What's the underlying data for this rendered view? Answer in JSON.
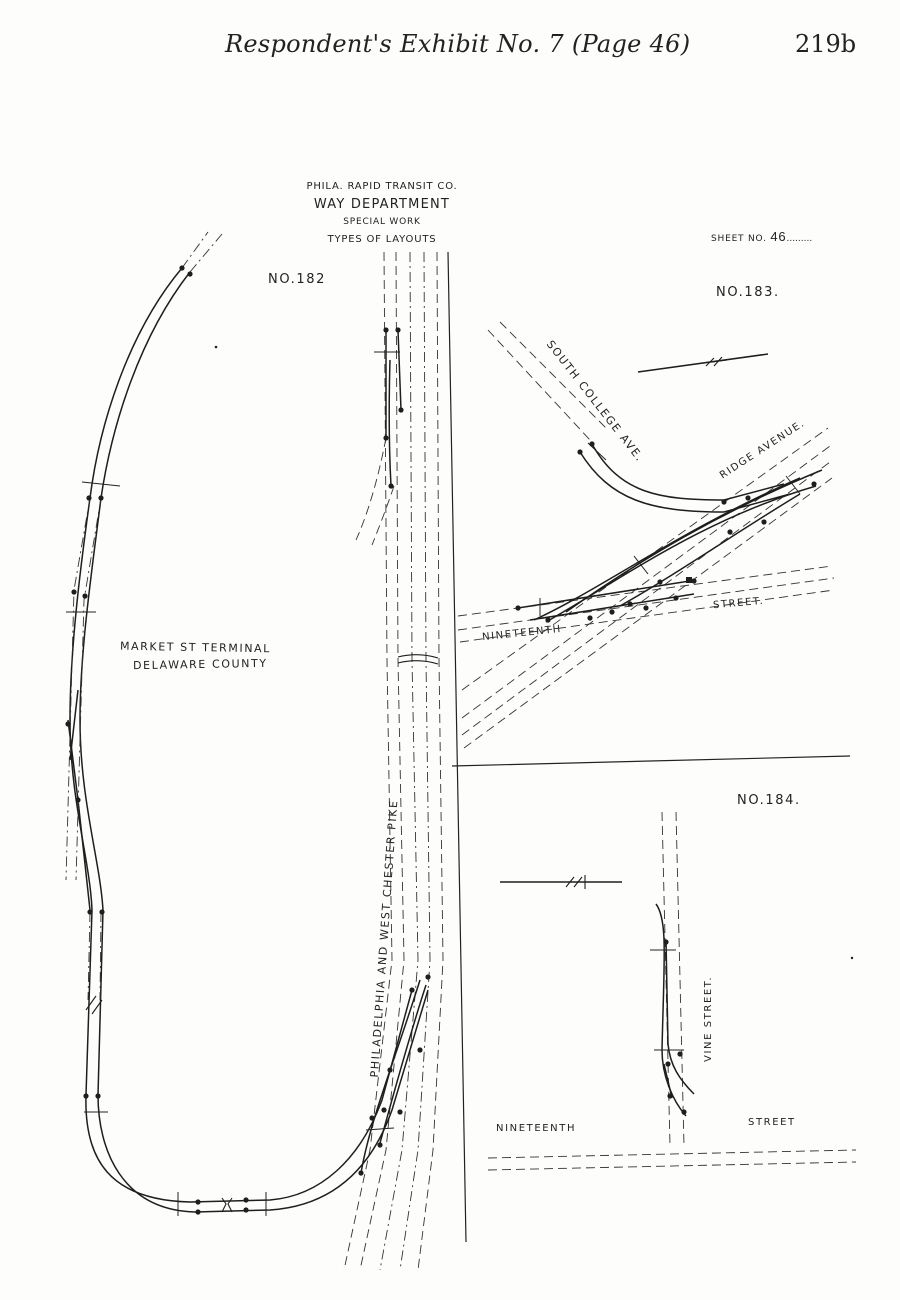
{
  "header": {
    "title": "Respondent's Exhibit No. 7 (Page 46)",
    "page_number": "219b"
  },
  "title_block": {
    "company": "PHILA. RAPID TRANSIT CO.",
    "department": "WAY DEPARTMENT",
    "subtitle": "SPECIAL WORK",
    "drawing_title": "TYPES OF LAYOUTS"
  },
  "sheet": {
    "label": "SHEET NO.",
    "number": "46"
  },
  "layouts": {
    "no182": {
      "label": "NO.182",
      "location_line1": "MARKET ST TERMINAL",
      "location_line2": "DELAWARE COUNTY",
      "street": "PHILADELPHIA AND WEST CHESTER PIKE"
    },
    "no183": {
      "label": "NO.183.",
      "street_college": "SOUTH COLLEGE AVE.",
      "street_ridge": "RIDGE AVENUE.",
      "street_nineteenth": "NINETEENTH",
      "street_suffix": "STREET."
    },
    "no184": {
      "label": "NO.184.",
      "street_vine": "VINE STREET.",
      "street_nineteenth": "NINETEENTH",
      "street_suffix": "STREET"
    }
  }
}
